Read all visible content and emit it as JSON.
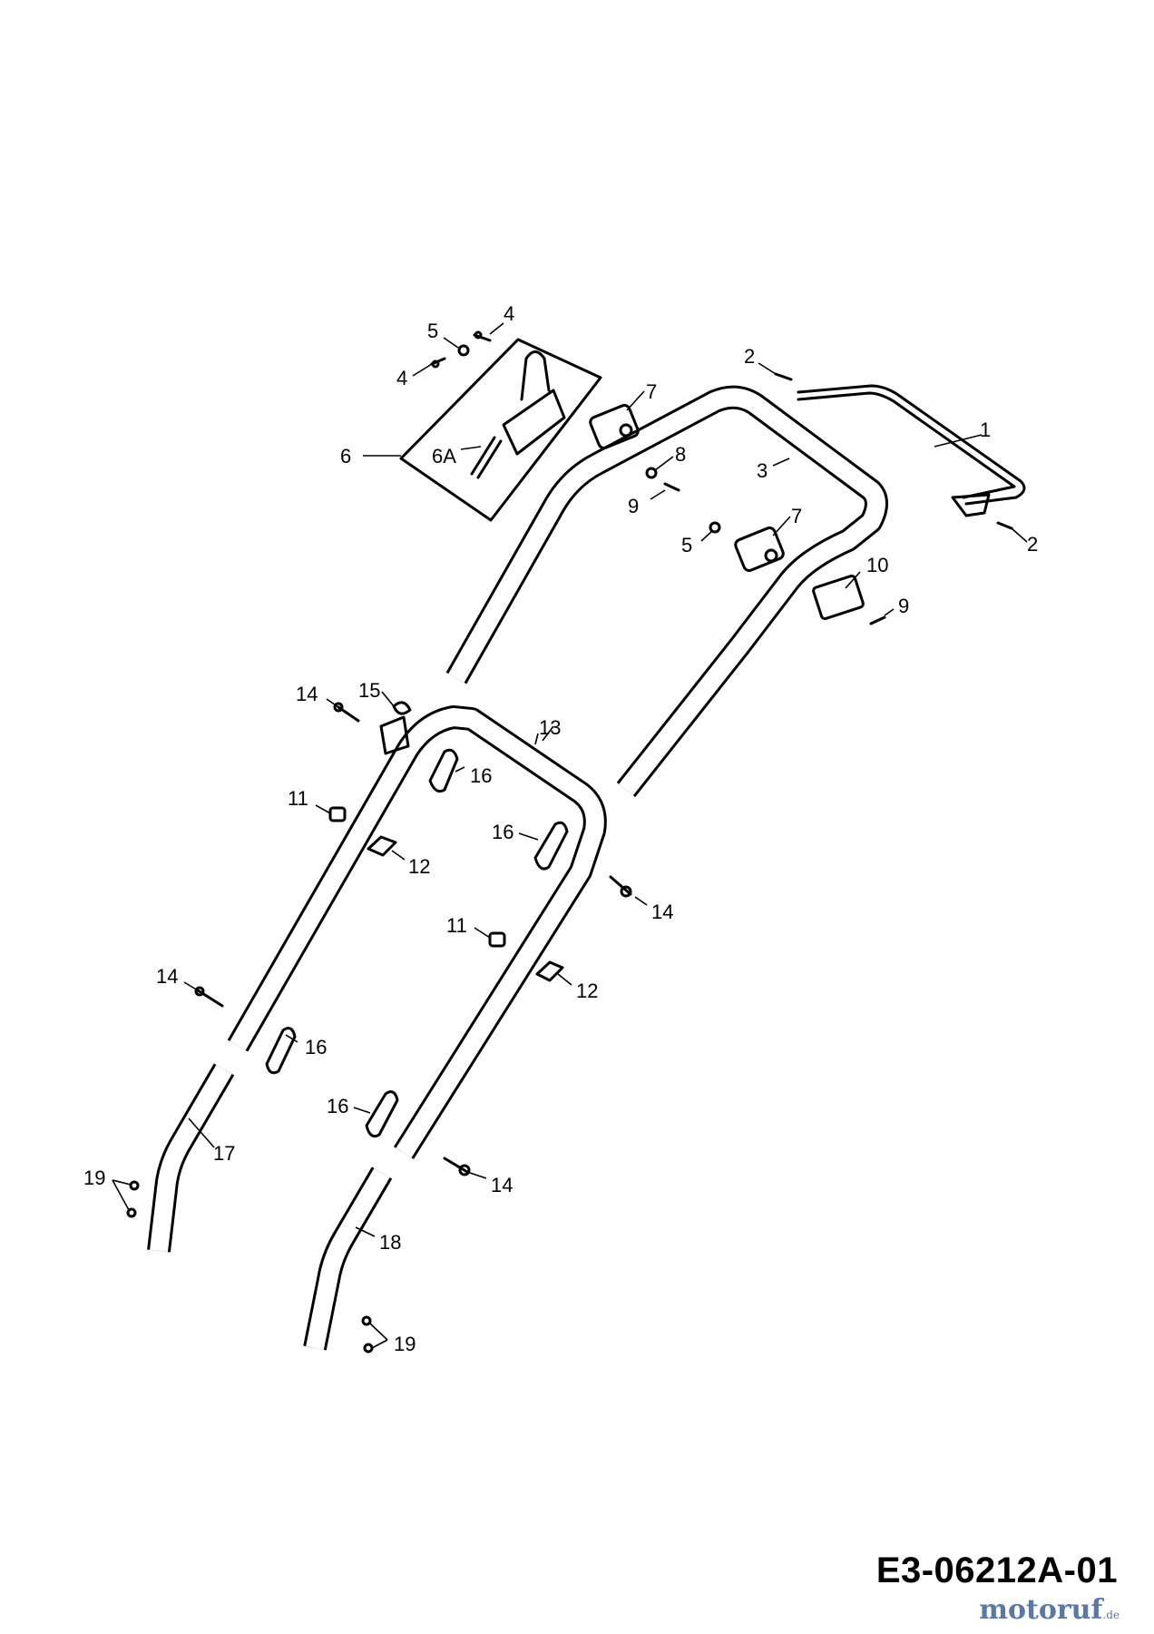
{
  "drawing_code": "E3-06212A-01",
  "watermark": {
    "name": "motoruf",
    "tld": ".de"
  },
  "callouts": [
    {
      "id": "c1",
      "label": "1"
    },
    {
      "id": "c2a",
      "label": "2"
    },
    {
      "id": "c2b",
      "label": "2"
    },
    {
      "id": "c3",
      "label": "3"
    },
    {
      "id": "c4a",
      "label": "4"
    },
    {
      "id": "c4b",
      "label": "4"
    },
    {
      "id": "c5a",
      "label": "5"
    },
    {
      "id": "c5b",
      "label": "5"
    },
    {
      "id": "c6",
      "label": "6"
    },
    {
      "id": "c6a",
      "label": "6A"
    },
    {
      "id": "c7a",
      "label": "7"
    },
    {
      "id": "c7b",
      "label": "7"
    },
    {
      "id": "c8",
      "label": "8"
    },
    {
      "id": "c9a",
      "label": "9"
    },
    {
      "id": "c9b",
      "label": "9"
    },
    {
      "id": "c10",
      "label": "10"
    },
    {
      "id": "c11a",
      "label": "11"
    },
    {
      "id": "c11b",
      "label": "11"
    },
    {
      "id": "c12a",
      "label": "12"
    },
    {
      "id": "c12b",
      "label": "12"
    },
    {
      "id": "c13",
      "label": "13"
    },
    {
      "id": "c14a",
      "label": "14"
    },
    {
      "id": "c14b",
      "label": "14"
    },
    {
      "id": "c14c",
      "label": "14"
    },
    {
      "id": "c14d",
      "label": "14"
    },
    {
      "id": "c15",
      "label": "15"
    },
    {
      "id": "c16a",
      "label": "16"
    },
    {
      "id": "c16b",
      "label": "16"
    },
    {
      "id": "c16c",
      "label": "16"
    },
    {
      "id": "c16d",
      "label": "16"
    },
    {
      "id": "c17",
      "label": "17"
    },
    {
      "id": "c18",
      "label": "18"
    },
    {
      "id": "c19a",
      "label": "19"
    },
    {
      "id": "c19b",
      "label": "19"
    }
  ]
}
